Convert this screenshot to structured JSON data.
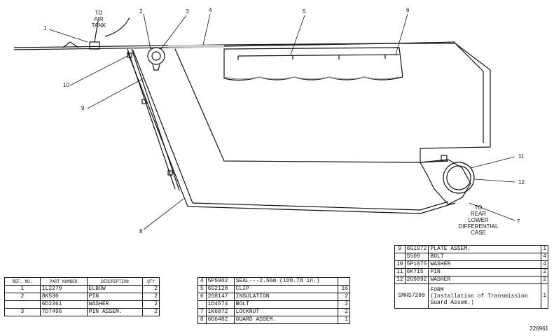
{
  "callouts": [
    "1",
    "2",
    "3",
    "4",
    "5",
    "6",
    "7",
    "8",
    "9",
    "10",
    "11",
    "12"
  ],
  "annotations": {
    "to_air_tank": [
      "TO",
      "AIR",
      "TANK"
    ],
    "to_rear": [
      "TO",
      "REAR",
      "LOWER",
      "DIFFERENTIAL",
      "CASE"
    ]
  },
  "figure_number": "226961",
  "table_left": {
    "headers": [
      "REF.\nNO.",
      "PART\nNUMBER",
      "DESCRIPTION",
      "QTY"
    ],
    "rows": [
      {
        "ref": "1",
        "part": "1L2279",
        "desc": "ELBOW",
        "qty": "2"
      },
      {
        "ref": "2",
        "part": "8K530",
        "desc": "PIN",
        "qty": "2"
      },
      {
        "ref": "",
        "part": "6D2361",
        "desc": "WASHER",
        "qty": "2"
      },
      {
        "ref": "3",
        "part": "7D7496",
        "desc": "PIN ASSEM.",
        "qty": "2"
      }
    ]
  },
  "table_mid": {
    "rows": [
      {
        "ref": "4",
        "part": "5P5902",
        "desc": "SEAL---2.56m (100.78 in.)",
        "qty": ""
      },
      {
        "ref": "5",
        "part": "6G2128",
        "desc": "CLIP",
        "qty": "16"
      },
      {
        "ref": "6",
        "part": "2G8147",
        "desc": "INSULATION",
        "qty": "2"
      },
      {
        "ref": "",
        "part": "1D4574",
        "desc": "BOLT",
        "qty": "2"
      },
      {
        "ref": "7",
        "part": "1K6872",
        "desc": "LOCKNUT",
        "qty": "2"
      },
      {
        "ref": "8",
        "part": "6G6482",
        "desc": "GUARD ASSEM.",
        "qty": "1"
      }
    ]
  },
  "table_right": {
    "rows": [
      {
        "ref": "9",
        "part": "6G1972",
        "desc": "PLATE ASSEM.",
        "qty": "1"
      },
      {
        "ref": "",
        "part": "S509",
        "desc": "BOLT",
        "qty": "4"
      },
      {
        "ref": "10",
        "part": "5P1075",
        "desc": "WASHER",
        "qty": "4"
      },
      {
        "ref": "11",
        "part": "6K715",
        "desc": "PIN",
        "qty": "2"
      },
      {
        "ref": "12",
        "part": "2G9092",
        "desc": "WASHER",
        "qty": "2"
      }
    ],
    "form": {
      "ref": "SMHS7280",
      "desc": "FORM",
      "note": "(Installation of Transmission Guard Assem.)",
      "qty": "1"
    }
  }
}
